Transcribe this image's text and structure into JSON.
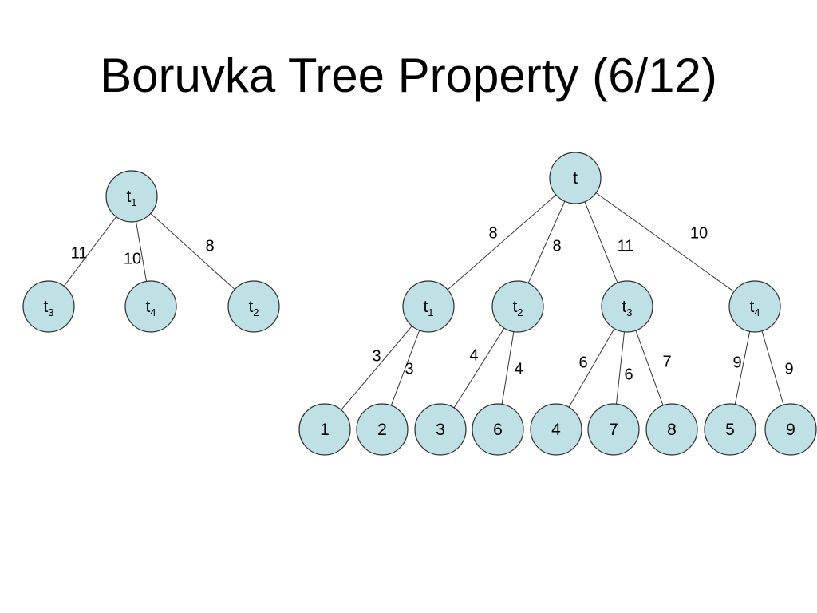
{
  "slide": {
    "title": "Boruvka Tree Property (6/12)"
  },
  "colors": {
    "node_fill": "#bfe1e5",
    "node_stroke": "#2b2b2b",
    "edge": "#333333"
  },
  "left_tree": {
    "root": {
      "base": "t",
      "sub": "1"
    },
    "children": [
      {
        "base": "t",
        "sub": "3",
        "weight": "11"
      },
      {
        "base": "t",
        "sub": "4",
        "weight": "10"
      },
      {
        "base": "t",
        "sub": "2",
        "weight": "8"
      }
    ]
  },
  "right_tree": {
    "root": {
      "base": "t",
      "sub": ""
    },
    "level1": [
      {
        "base": "t",
        "sub": "1",
        "weight": "8"
      },
      {
        "base": "t",
        "sub": "2",
        "weight": "8"
      },
      {
        "base": "t",
        "sub": "3",
        "weight": "11"
      },
      {
        "base": "t",
        "sub": "4",
        "weight": "10"
      }
    ],
    "leaves": [
      {
        "label": "1",
        "parent": 0,
        "weight": "3"
      },
      {
        "label": "2",
        "parent": 0,
        "weight": "3"
      },
      {
        "label": "3",
        "parent": 1,
        "weight": "4"
      },
      {
        "label": "6",
        "parent": 1,
        "weight": "4"
      },
      {
        "label": "4",
        "parent": 2,
        "weight": "6"
      },
      {
        "label": "7",
        "parent": 2,
        "weight": "6"
      },
      {
        "label": "8",
        "parent": 2,
        "weight": "7"
      },
      {
        "label": "5",
        "parent": 3,
        "weight": "9"
      },
      {
        "label": "9",
        "parent": 3,
        "weight": "9"
      }
    ]
  }
}
